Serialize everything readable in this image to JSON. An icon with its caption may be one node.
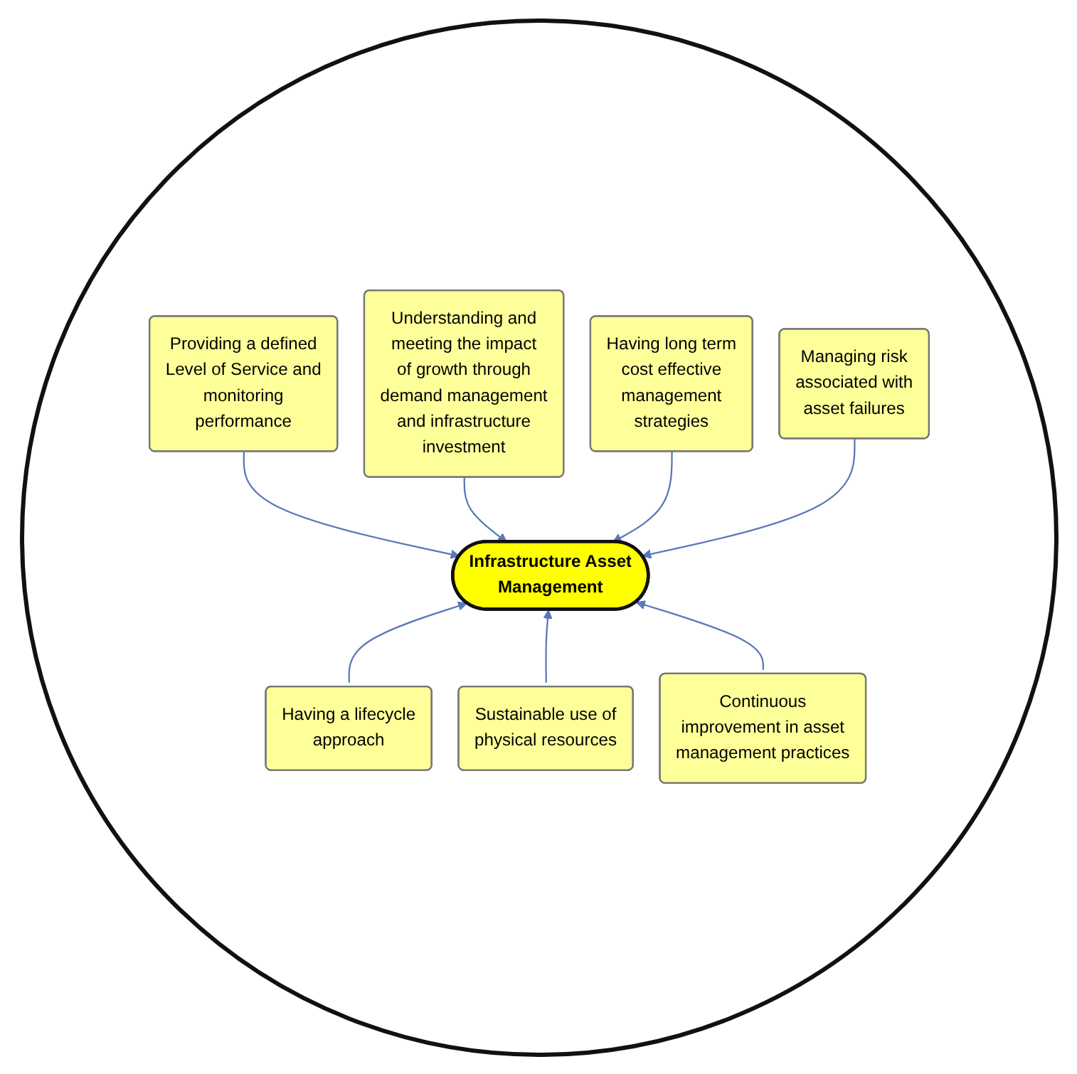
{
  "diagram": {
    "nodes": [
      {
        "text": [
          "Infrastructure Asset Management"
        ]
      },
      {
        "text": [
          "Providing a defined Level of Service and monitoring performance"
        ]
      },
      {
        "text": [
          "Understanding and meeting the impact of growth through demand management and infrastructure investment"
        ]
      },
      {
        "text": [
          "Having long term cost effective management strategies"
        ]
      },
      {
        "text": [
          "Managing risk associated with asset failures"
        ]
      },
      {
        "text": [
          "Having a lifecycle approach"
        ]
      },
      {
        "text": [
          "Sustainable use of physical resources"
        ]
      },
      {
        "text": [
          "Continuous improvement in asset management practices"
        ]
      }
    ],
    "edges": [
      {
        "from": 1,
        "to": 0,
        "arrow": "to"
      },
      {
        "from": 2,
        "to": 0,
        "arrow": "to"
      },
      {
        "from": 3,
        "to": 0,
        "arrow": "to"
      },
      {
        "from": 4,
        "to": 0,
        "arrow": "to"
      },
      {
        "from": 5,
        "to": 0,
        "arrow": "to"
      },
      {
        "from": 6,
        "to": 0,
        "arrow": "to"
      },
      {
        "from": 7,
        "to": 0,
        "arrow": "to"
      }
    ]
  }
}
